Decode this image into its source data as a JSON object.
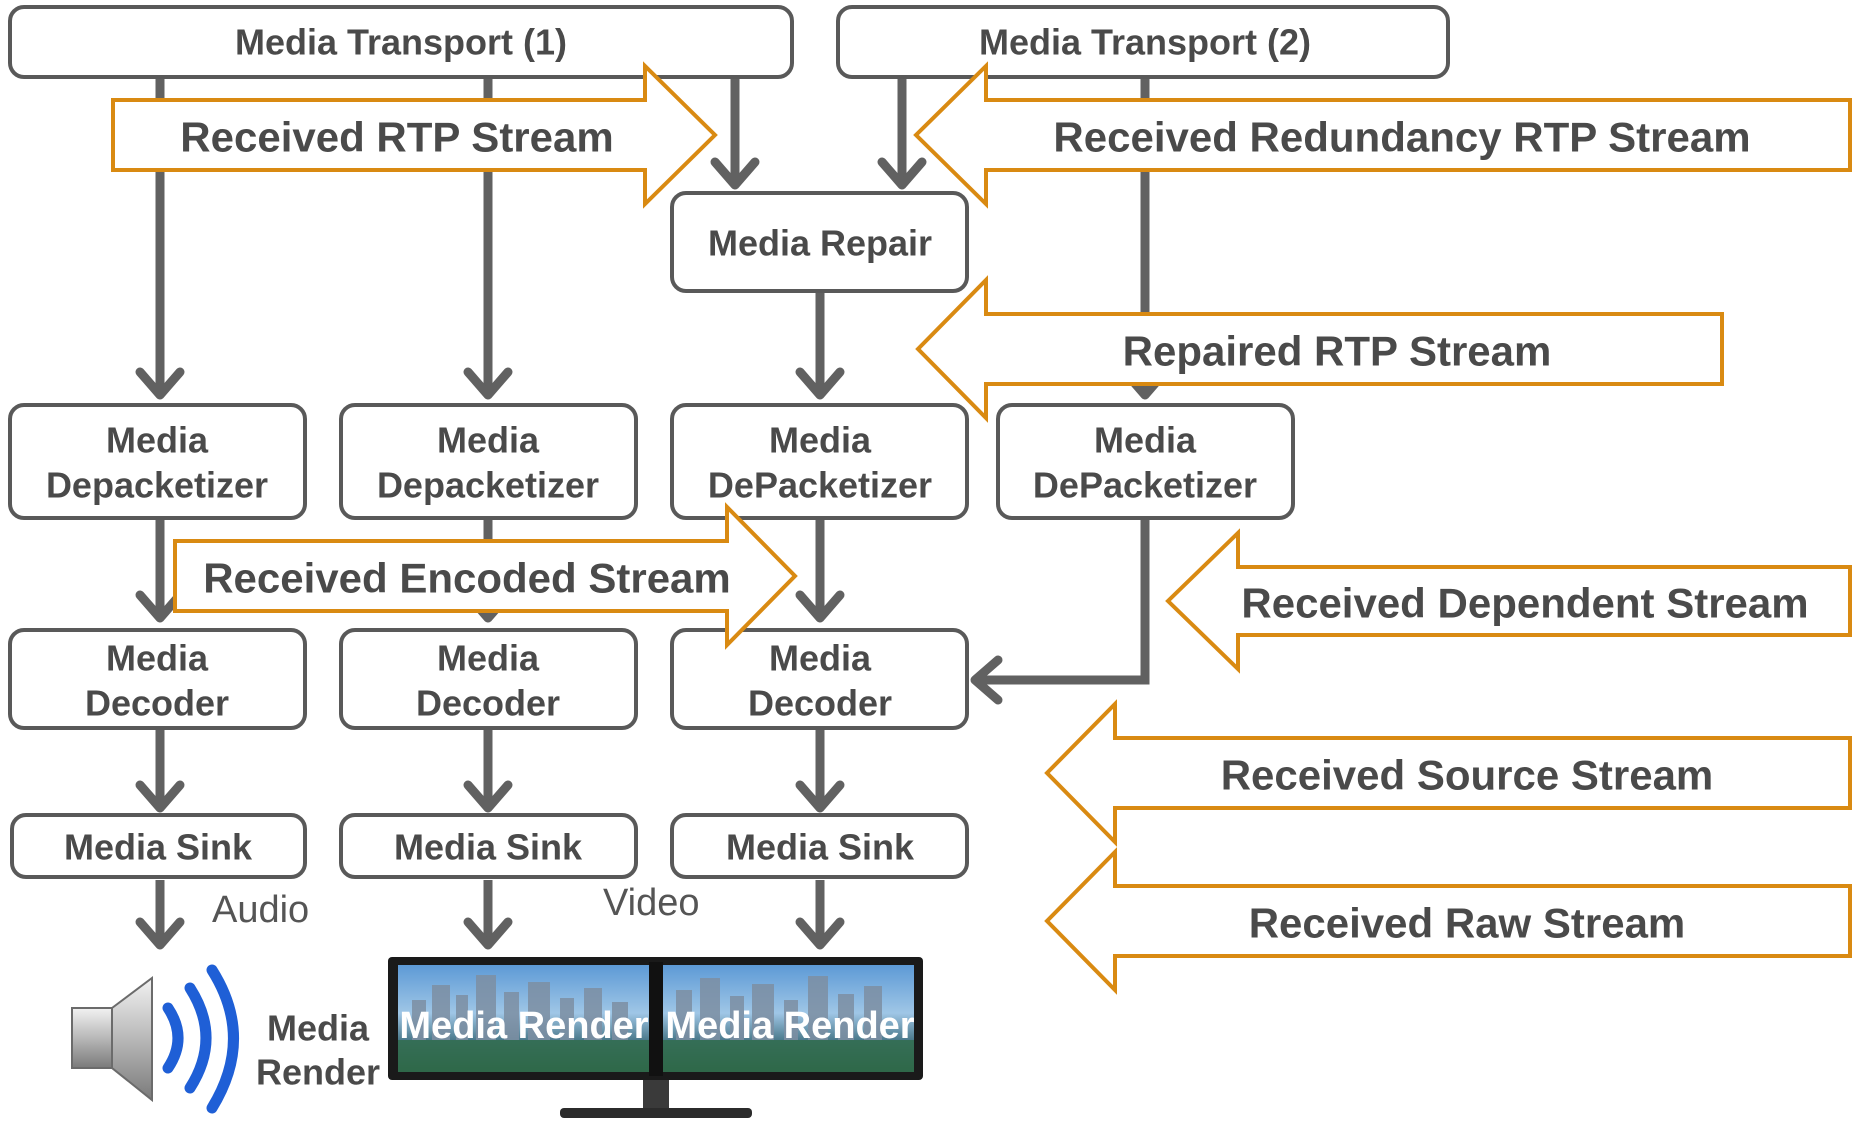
{
  "transports": {
    "t1": "Media Transport (1)",
    "t2": "Media Transport (2)"
  },
  "repair": "Media Repair",
  "depacketizers": [
    {
      "line1": "Media",
      "line2": "Depacketizer"
    },
    {
      "line1": "Media",
      "line2": "Depacketizer"
    },
    {
      "line1": "Media",
      "line2": "DePacketizer"
    },
    {
      "line1": "Media",
      "line2": "DePacketizer"
    }
  ],
  "decoders": [
    {
      "line1": "Media",
      "line2": "Decoder"
    },
    {
      "line1": "Media",
      "line2": "Decoder"
    },
    {
      "line1": "Media",
      "line2": "Decoder"
    }
  ],
  "sinks": [
    "Media Sink",
    "Media Sink",
    "Media Sink"
  ],
  "outputs": {
    "audio_label": "Audio",
    "video_label": "Video",
    "speaker_render_line1": "Media",
    "speaker_render_line2": "Render",
    "monitor_left_label": "Media Render",
    "monitor_right_label": "Media Render"
  },
  "stream_labels": {
    "rtp": "Received RTP Stream",
    "redundancy": "Received Redundancy RTP Stream",
    "repaired": "Repaired RTP Stream",
    "encoded": "Received Encoded Stream",
    "dependent": "Received Dependent Stream",
    "source": "Received Source Stream",
    "raw": "Received Raw Stream"
  },
  "colors": {
    "block_arrow_outline": "#d98a12",
    "box_outline": "#595959",
    "connector": "#616161",
    "text": "#4a4a4a",
    "speaker_wave": "#1f5fd6"
  }
}
